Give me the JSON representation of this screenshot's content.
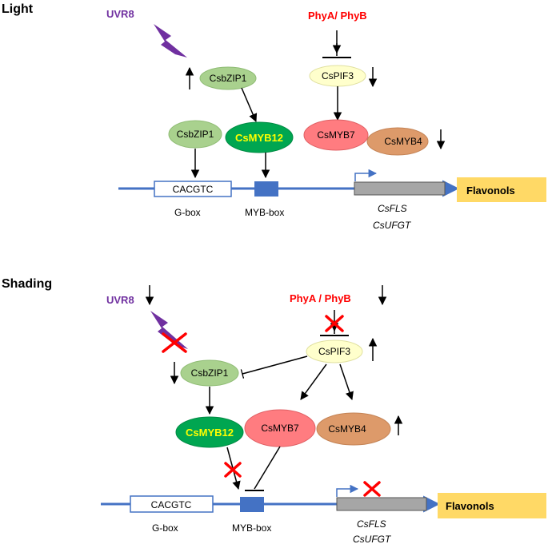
{
  "light": {
    "title": "Light",
    "uvr8": "UVR8",
    "phy": "PhyA/ PhyB",
    "csbzip1_top": "CsbZIP1",
    "cspif3": "CsPIF3",
    "csbzip1": "CsbZIP1",
    "csmyb12": "CsMYB12",
    "csmyb7": "CsMYB7",
    "csmyb4": "CsMYB4",
    "cacgtc": "CACGTC",
    "gbox": "G-box",
    "mybbox": "MYB-box",
    "csfls": "CsFLS",
    "csufgt": "CsUFGT",
    "flavonols": "Flavonols"
  },
  "shading": {
    "title": "Shading",
    "uvr8": "UVR8",
    "phy": "PhyA / PhyB",
    "cspif3": "CsPIF3",
    "csbzip1": "CsbZIP1",
    "csmyb12": "CsMYB12",
    "csmyb7": "CsMYB7",
    "csmyb4": "CsMYB4",
    "cacgtc": "CACGTC",
    "gbox": "G-box",
    "mybbox": "MYB-box",
    "csfls": "CsFLS",
    "csufgt": "CsUFGT",
    "flavonols": "Flavonols"
  },
  "colors": {
    "uvr8": "#7030a0",
    "phy": "#ff0000",
    "bzip_fill": "#a9d18e",
    "myb12_fill": "#00a651",
    "myb12_text": "#ffff00",
    "myb7_fill": "#ff7c80",
    "myb4_fill": "#dd9a6a",
    "pif3_fill": "#ffffcc",
    "dna": "#4472c4",
    "gene_fill": "#a6a6a6",
    "flavonols_fill": "#ffd966",
    "cross": "#ff0000"
  }
}
